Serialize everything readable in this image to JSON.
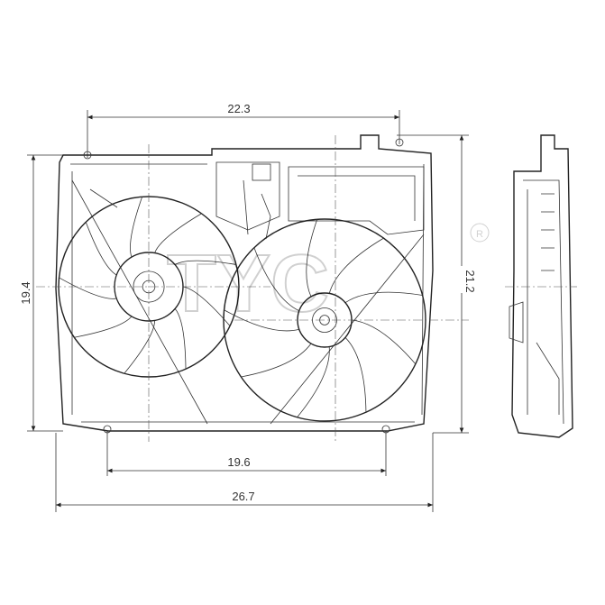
{
  "drawing": {
    "subject": "fan-assembly",
    "watermark": "TYC",
    "registered_mark": "R",
    "line_color": "#222222",
    "background": "#ffffff"
  },
  "dimensions": {
    "top_width": "22.3",
    "left_height": "19.4",
    "right_height": "21.2",
    "bottom_mount_width": "19.6",
    "overall_width": "26.7"
  }
}
